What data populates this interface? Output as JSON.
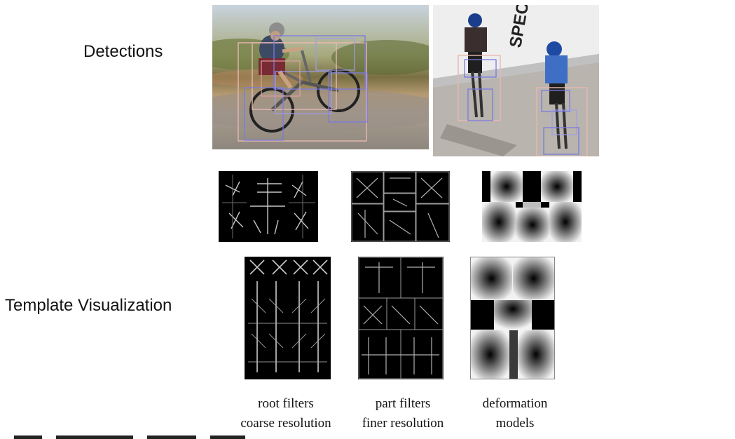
{
  "labels": {
    "detections": "Detections",
    "template_visualization": "Template Visualization"
  },
  "images": {
    "photo_left": "mountain-bike-rider-detection-photo",
    "photo_right": "track-cyclists-detection-photo",
    "box_colors": {
      "outer": "#e8b8b0",
      "inner": "#7a7ae0"
    }
  },
  "captions": [
    {
      "line1": "root filters",
      "line2": "coarse resolution"
    },
    {
      "line1": "part filters",
      "line2": "finer resolution"
    },
    {
      "line1": "deformation",
      "line2": "models"
    }
  ],
  "sign_text": "SPECIALIZED"
}
